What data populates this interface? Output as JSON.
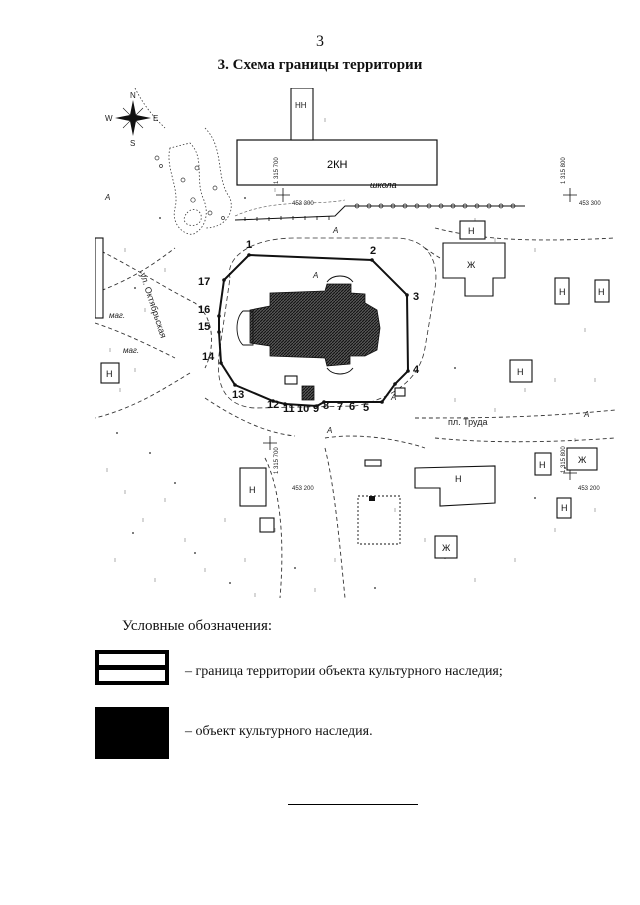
{
  "page": {
    "number": "3",
    "title": "3. Схема границы территории"
  },
  "map": {
    "compass": {
      "n": "N",
      "s": "S",
      "e": "E",
      "w": "W"
    },
    "boundary_points": [
      "1",
      "2",
      "3",
      "4",
      "5",
      "6",
      "7",
      "8",
      "9",
      "10",
      "11",
      "12",
      "13",
      "14",
      "15",
      "16",
      "17"
    ],
    "streets": {
      "oktyabrskaya": "ул. Октябрьская",
      "truda": "пл. Труда"
    },
    "buildings": {
      "school_kn": "2КН",
      "nn": "НН",
      "n": "Н",
      "zh": "Ж",
      "mag": "маг."
    },
    "labels": {
      "school": "школа",
      "a": "А"
    },
    "grid_coords": {
      "c1315700": "1 315 700",
      "c1315800": "1 315 800",
      "c453300": "453 300",
      "c453200": "453 200"
    }
  },
  "legend": {
    "heading": "Условные обозначения:",
    "boundary_text": "– граница территории объекта культурного наследия;",
    "object_text": "– объект культурного наследия."
  }
}
